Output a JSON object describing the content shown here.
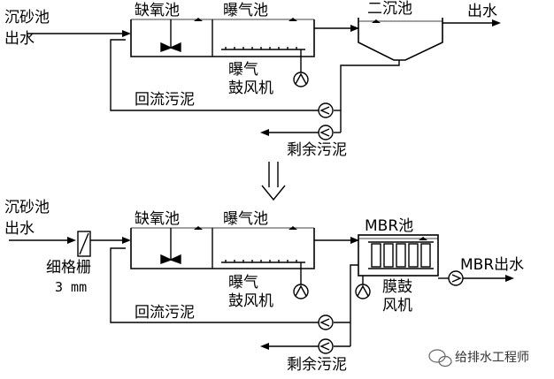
{
  "top": {
    "inlet": "沉砂池",
    "inlet2": "出水",
    "anoxic": "缺氧池",
    "aeration": "曝气池",
    "clarifier": "二沉池",
    "outlet": "出水",
    "blower1": "曝气",
    "blower2": "鼓风机",
    "return": "回流污泥",
    "waste": "剩余污泥"
  },
  "bottom": {
    "inlet": "沉砂池",
    "inlet2": "出水",
    "screen": "细格栅",
    "screen_size": "3 mm",
    "anoxic": "缺氧池",
    "aeration": "曝气池",
    "mbr": "MBR池",
    "outlet": "MBR出水",
    "blower1": "曝气",
    "blower2": "鼓风机",
    "mblower1": "膜鼓",
    "mblower2": "风机",
    "return": "回流污泥",
    "waste": "剩余污泥"
  },
  "watermark": "给排水工程师"
}
